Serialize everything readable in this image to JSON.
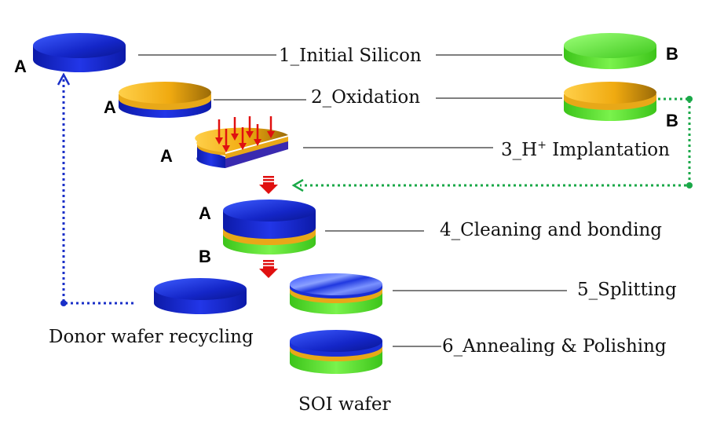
{
  "steps": {
    "s1": "1_Initial Silicon",
    "s2": "2_Oxidation",
    "s3_prefix": "3_H",
    "s3_sup": "+",
    "s3_suffix": " Implantation",
    "s4": "4_Cleaning and bonding",
    "s5": "5_Splitting",
    "s6": "6_Annealing & Polishing"
  },
  "labels": {
    "a": "A",
    "b": "B",
    "recycling": "Donor wafer recycling",
    "soi": "SOI wafer"
  },
  "colors": {
    "silicon_a": "#1a2fd6",
    "silicon_b": "#5ce83a",
    "oxide": "#f0b21e",
    "arrow": "#e01010",
    "recycle_line": "#1a2fc8",
    "transfer_line": "#1aa848"
  }
}
